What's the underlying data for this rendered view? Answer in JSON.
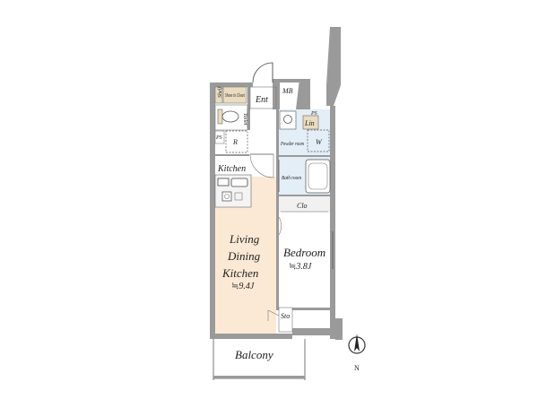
{
  "rooms": {
    "entrance": "Ent",
    "meter_box": "MB",
    "shoes_closet": "Shoes in Closet",
    "toilet": "Toilet",
    "ps_left": "PS",
    "ps_right": "PS",
    "refrigerator": "R",
    "kitchen": "Kitchen",
    "linen": "Lin",
    "powder_room": "Powder room",
    "washer": "W",
    "bath_room": "Bath room",
    "closet": "Clo",
    "ldk_line1": "Living",
    "ldk_line2": "Dining",
    "ldk_line3": "Kitchen",
    "ldk_size": "≒9.4J",
    "bedroom": "Bedroom",
    "bedroom_size": "≒3.8J",
    "storage": "Sto",
    "balcony": "Balcony",
    "shelf": "Shelf"
  },
  "compass": {
    "label": "N"
  },
  "colors": {
    "ldk_floor": "#fbe9d6",
    "wet_floor": "#e4eef7",
    "wood_fixture": "#e9dcc0",
    "walls": "#9a9a9a"
  }
}
